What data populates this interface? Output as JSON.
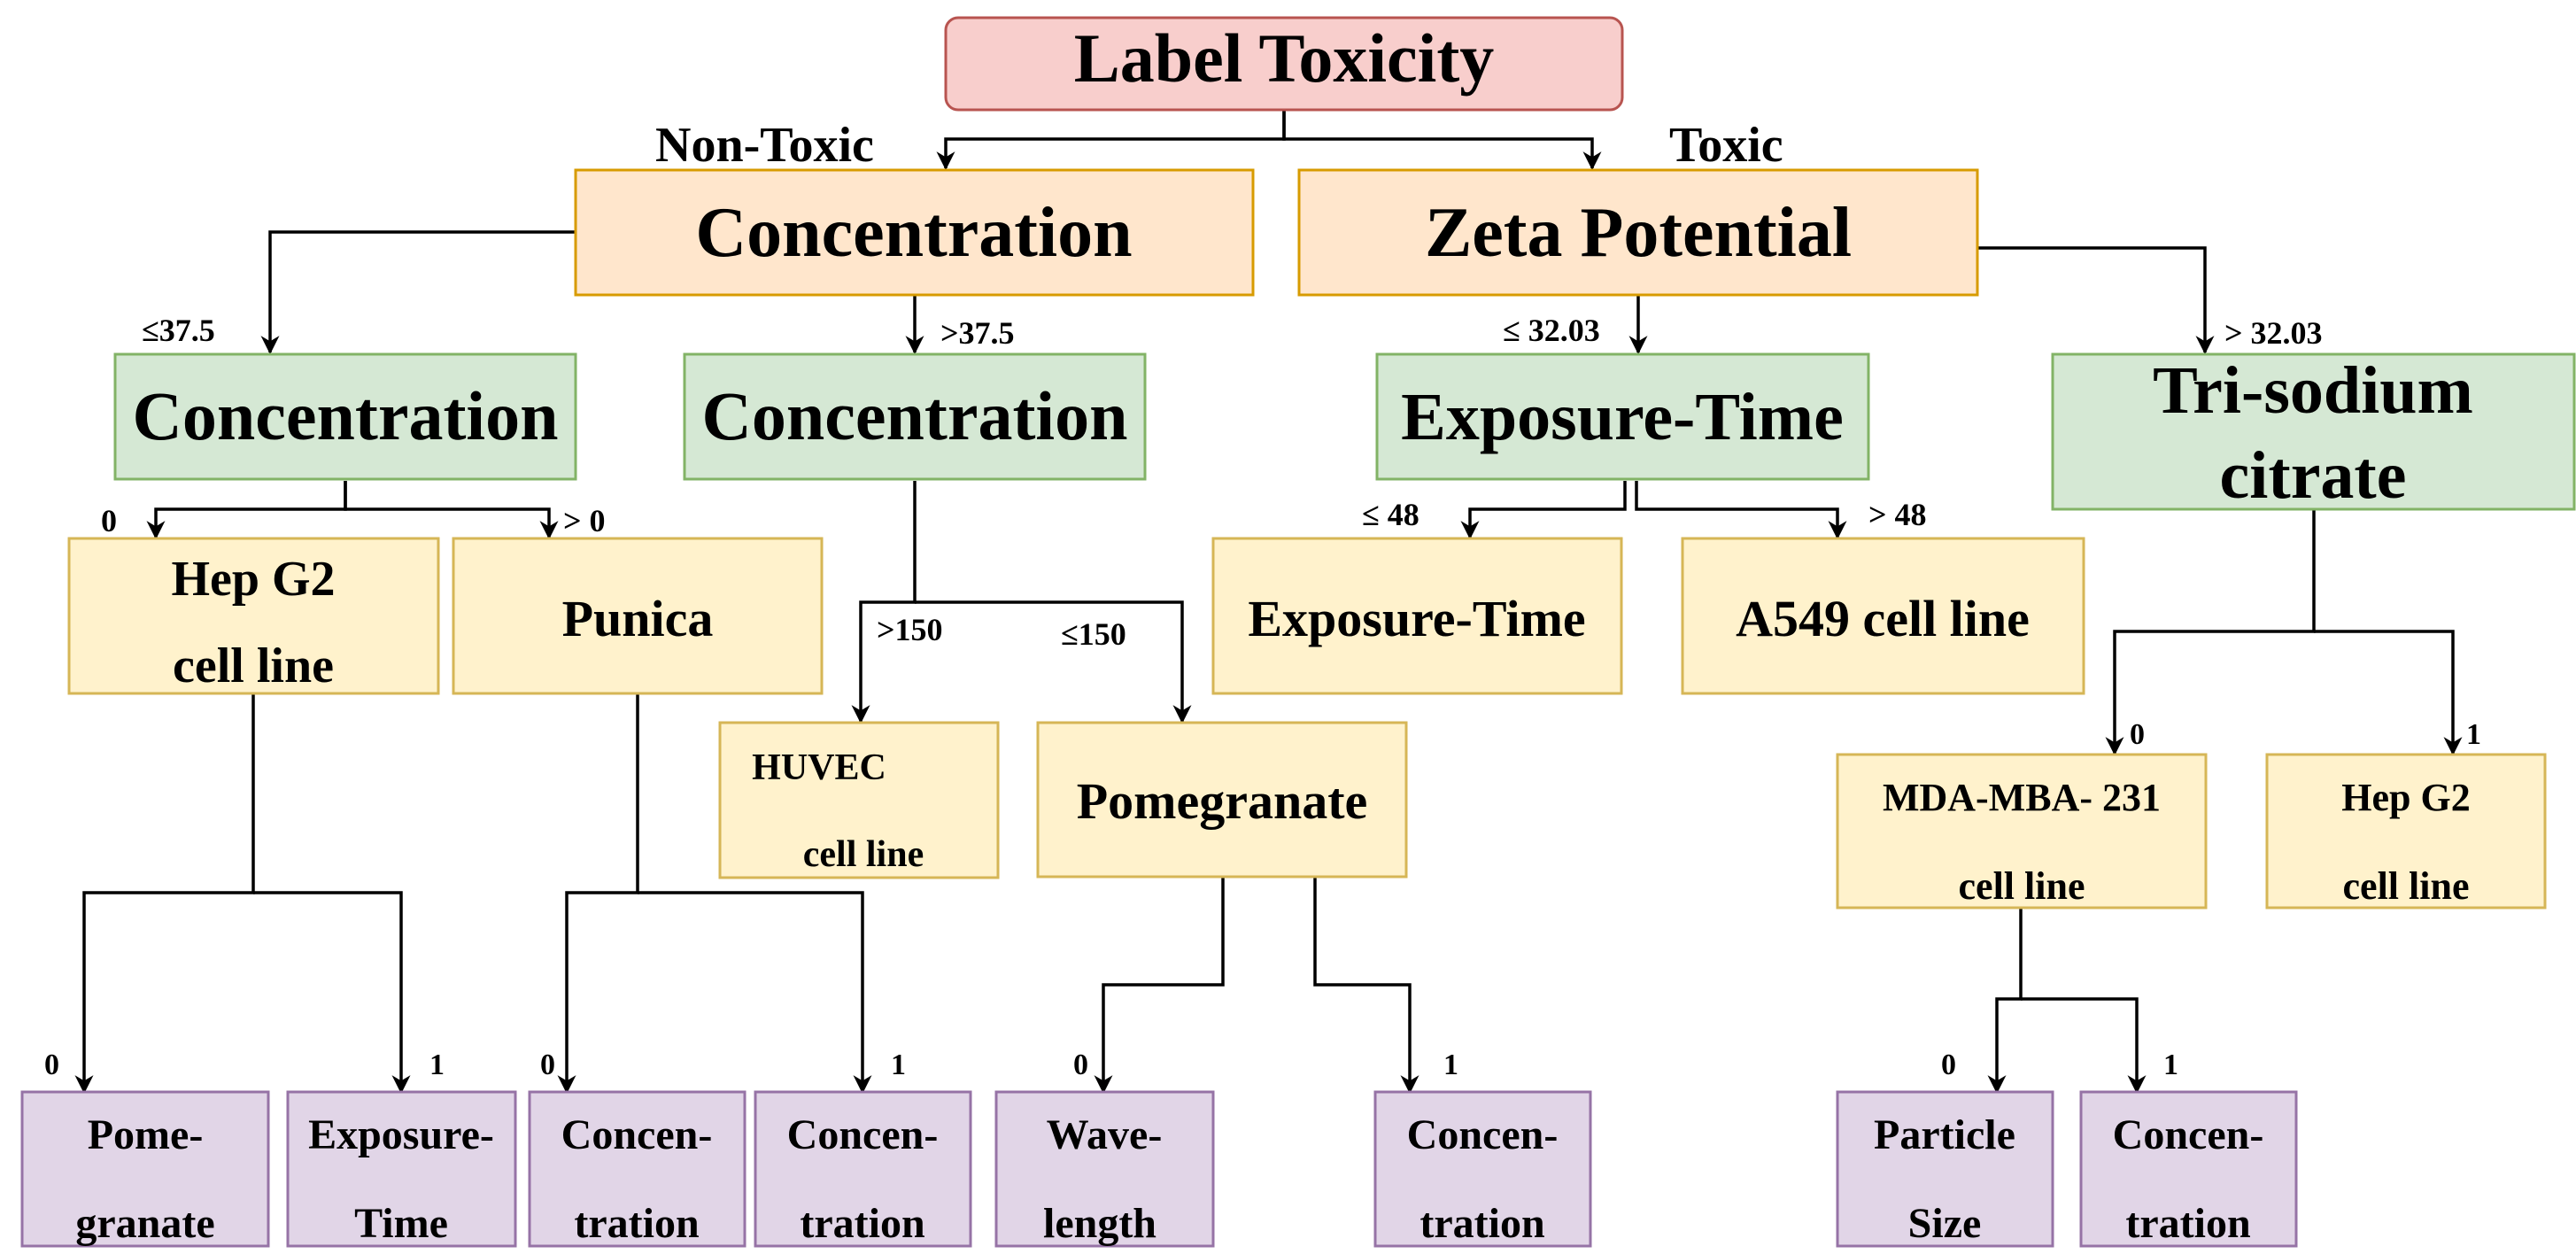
{
  "colors": {
    "root_fill": "#f8cecc",
    "root_stroke": "#b85450",
    "l1_fill": "#ffe6cc",
    "l1_stroke": "#d79b00",
    "l2_fill": "#d5e8d4",
    "l2_stroke": "#82b366",
    "l3_fill": "#fff2cc",
    "l3_stroke": "#d6b656",
    "leaf_fill": "#e1d5e7",
    "leaf_stroke": "#9673a6"
  },
  "tree": {
    "root": {
      "label": "Label Toxicity"
    },
    "level1": [
      {
        "id": "conc-main",
        "label": "Concentration",
        "edge_label": "Non-Toxic"
      },
      {
        "id": "zeta",
        "label": "Zeta Potential",
        "edge_label": "Toxic"
      }
    ],
    "level2": [
      {
        "id": "conc-low",
        "label": "Concentration",
        "edge_label": "≤37.5"
      },
      {
        "id": "conc-high",
        "label": "Concentration",
        "edge_label": ">37.5"
      },
      {
        "id": "exp-time",
        "label": "Exposure-Time",
        "edge_label": "≤ 32.03"
      },
      {
        "id": "tri-sodium",
        "lines": [
          "Tri-sodium",
          "citrate"
        ],
        "edge_label": ">  32.03"
      }
    ],
    "level3": [
      {
        "id": "hepg2-a",
        "lines": [
          "Hep G2",
          "cell line"
        ],
        "edge_label": "0"
      },
      {
        "id": "punica",
        "label": "Punica",
        "edge_label": "> 0"
      },
      {
        "id": "huvec",
        "lines": [
          "HUVEC",
          "cell line"
        ],
        "edge_label": ">150"
      },
      {
        "id": "pomegranate",
        "label": "Pomegranate",
        "edge_label": "≤150"
      },
      {
        "id": "exp-time-2",
        "label": "Exposure-Time",
        "edge_label": "≤ 48"
      },
      {
        "id": "a549",
        "label": "A549 cell line",
        "edge_label": "> 48"
      },
      {
        "id": "mda",
        "lines": [
          "MDA-MBA- 231",
          "cell line"
        ],
        "edge_label": "0"
      },
      {
        "id": "hepg2-b",
        "lines": [
          "Hep G2",
          "cell line"
        ],
        "edge_label": "1"
      }
    ],
    "leaves": [
      {
        "id": "leaf-pome",
        "lines": [
          "Pome-",
          "granate"
        ],
        "edge_label": "0"
      },
      {
        "id": "leaf-exp",
        "lines": [
          "Exposure-",
          "Time"
        ],
        "edge_label": "1"
      },
      {
        "id": "leaf-conc-1",
        "lines": [
          "Concen-",
          "tration"
        ],
        "edge_label": "0"
      },
      {
        "id": "leaf-conc-2",
        "lines": [
          "Concen-",
          "tration"
        ],
        "edge_label": "1"
      },
      {
        "id": "leaf-wave",
        "lines": [
          "Wave-",
          "length"
        ],
        "edge_label": "0"
      },
      {
        "id": "leaf-conc-3",
        "lines": [
          "Concen-",
          "tration"
        ],
        "edge_label": "1"
      },
      {
        "id": "leaf-particle",
        "lines": [
          "Particle",
          "Size"
        ],
        "edge_label": "0"
      },
      {
        "id": "leaf-conc-4",
        "lines": [
          "Concen-",
          "tration"
        ],
        "edge_label": "1"
      }
    ]
  }
}
